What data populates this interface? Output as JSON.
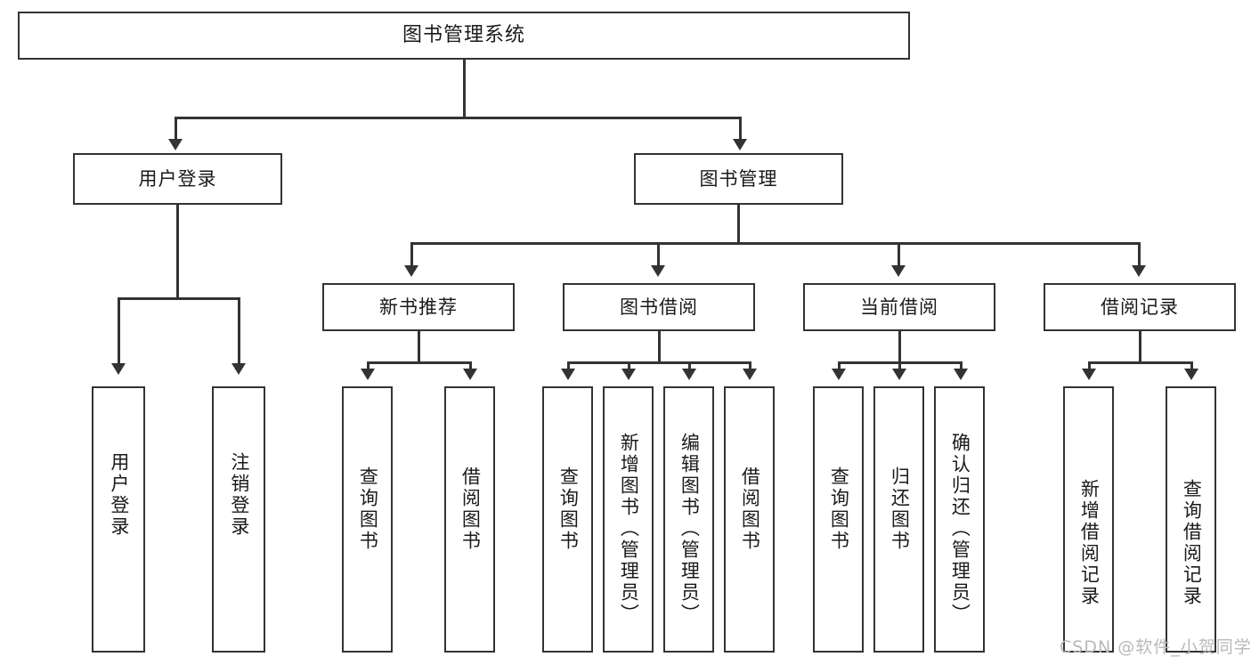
{
  "diagram": {
    "type": "tree",
    "title": "图书管理系统",
    "root": {
      "label": "图书管理系统"
    },
    "level2": [
      {
        "label": "用户登录"
      },
      {
        "label": "图书管理"
      }
    ],
    "level3": [
      {
        "label": "新书推荐"
      },
      {
        "label": "图书借阅"
      },
      {
        "label": "当前借阅"
      },
      {
        "label": "借阅记录"
      }
    ],
    "leaves": {
      "user_login": [
        {
          "label": "用户登录"
        },
        {
          "label": "注销登录"
        }
      ],
      "new_book_recommend": [
        {
          "label": "查询图书"
        },
        {
          "label": "借阅图书"
        }
      ],
      "book_borrow": [
        {
          "label": "查询图书"
        },
        {
          "label": "新增图书（管理员）"
        },
        {
          "label": "编辑图书（管理员）"
        },
        {
          "label": "借阅图书"
        }
      ],
      "current_borrow": [
        {
          "label": "查询图书"
        },
        {
          "label": "归还图书"
        },
        {
          "label": "确认归还（管理员）"
        }
      ],
      "borrow_record": [
        {
          "label": "新增借阅记录"
        },
        {
          "label": "查询借阅记录"
        }
      ]
    }
  },
  "watermark": {
    "text": "CSDN @软件_小贺同学"
  },
  "colors": {
    "stroke": "#333333",
    "fill": "#ffffff",
    "text": "#1a1a1a",
    "watermark": "#b9b9b9"
  }
}
